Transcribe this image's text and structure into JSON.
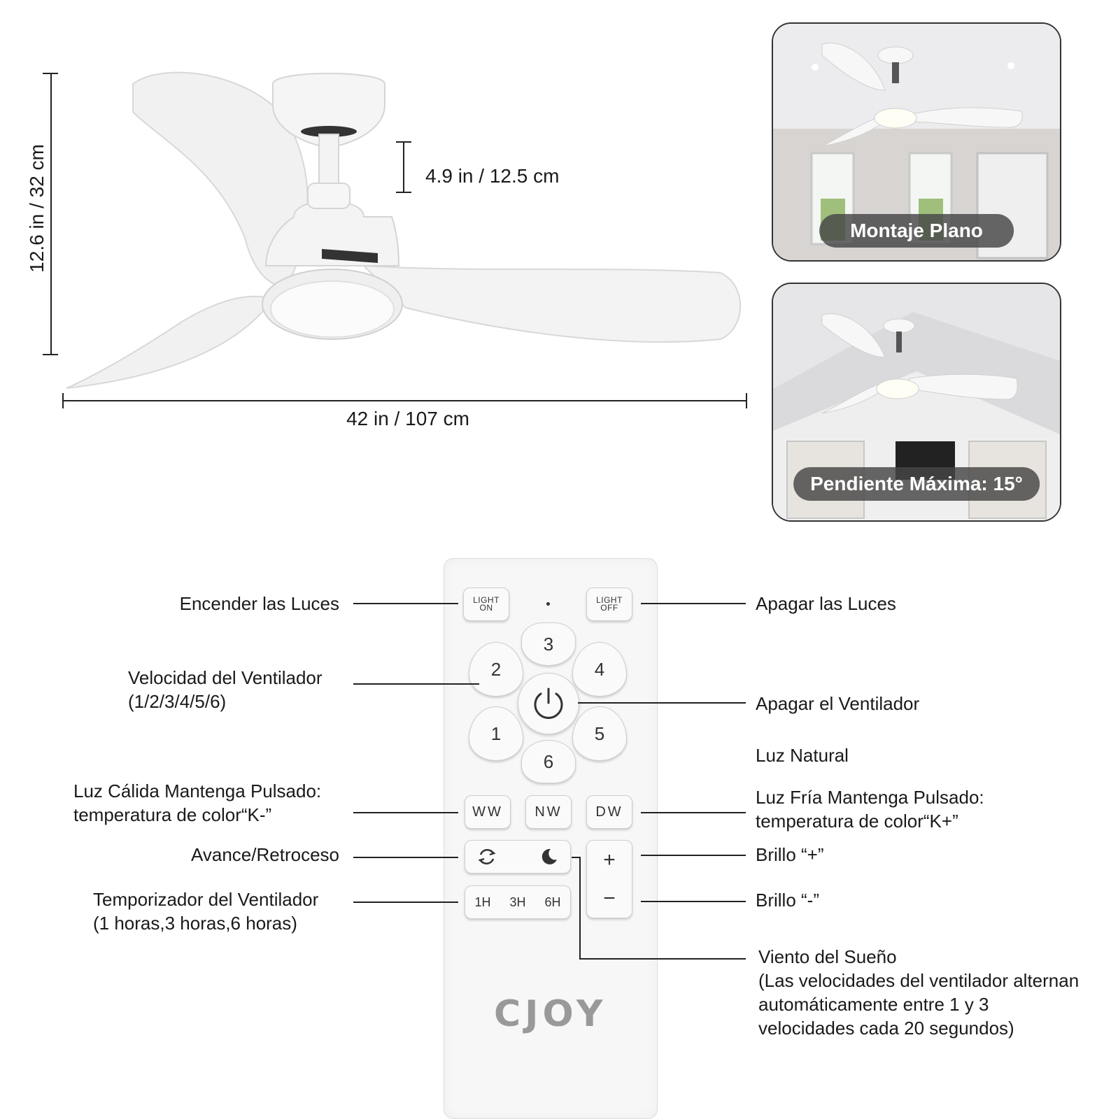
{
  "dimensions": {
    "height": "12.6 in / 32 cm",
    "downrod": "4.9 in / 12.5 cm",
    "width": "42 in / 107 cm"
  },
  "photos": {
    "flat": "Montaje Plano",
    "slope": "Pendiente Máxima: 15°"
  },
  "remote": {
    "light_on": [
      "LIGHT",
      "ON"
    ],
    "light_off": [
      "LIGHT",
      "OFF"
    ],
    "speeds": [
      "1",
      "2",
      "3",
      "4",
      "5",
      "6"
    ],
    "ww": "WW",
    "nw": "NW",
    "dw": "DW",
    "plus": "+",
    "minus": "−",
    "timers": [
      "1H",
      "3H",
      "6H"
    ],
    "brand": "CJOY"
  },
  "labels": {
    "light_on": "Encender las Luces",
    "speed_1": "Velocidad del Ventilador",
    "speed_2": "(1/2/3/4/5/6)",
    "warm_1": "Luz Cálida Mantenga Pulsado:",
    "warm_2": "temperatura de color“K-”",
    "reverse": "Avance/Retroceso",
    "timer_1": "Temporizador del Ventilador",
    "timer_2": "(1 horas,3 horas,6 horas)",
    "light_off": "Apagar las Luces",
    "fan_off": "Apagar el Ventilador",
    "natural": "Luz Natural",
    "cold_1": "Luz Fría Mantenga Pulsado:",
    "cold_2": "temperatura de color“K+”",
    "bright_plus": "Brillo “+”",
    "bright_minus": "Brillo “-”",
    "sleep_1": "Viento del Sueño",
    "sleep_2": "(Las velocidades del ventilador alternan",
    "sleep_3": "automáticamente entre 1 y 3",
    "sleep_4": "velocidades cada 20 segundos)"
  }
}
